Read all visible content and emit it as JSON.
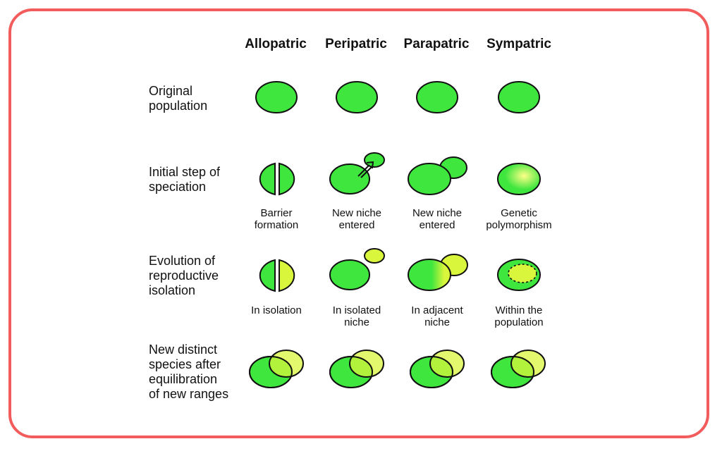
{
  "colors": {
    "frame": "#f25c5c",
    "green": "#3ee63e",
    "yellow_green": "#d9f53c",
    "yellow": "#ffff88",
    "outline": "#111111"
  },
  "columns": [
    "Allopatric",
    "Peripatric",
    "Parapatric",
    "Sympatric"
  ],
  "rows": [
    "Original\npopulation",
    "Initial step of\nspeciation",
    "Evolution of\nreproductive\nisolation",
    "New distinct\nspecies after\nequilibration\nof new ranges"
  ],
  "captions_initial": [
    "Barrier\nformation",
    "New niche\nentered",
    "New niche\nentered",
    "Genetic\npolymorphism"
  ],
  "captions_evolution": [
    "In isolation",
    "In isolated\nniche",
    "In adjacent\nniche",
    "Within the\npopulation"
  ]
}
